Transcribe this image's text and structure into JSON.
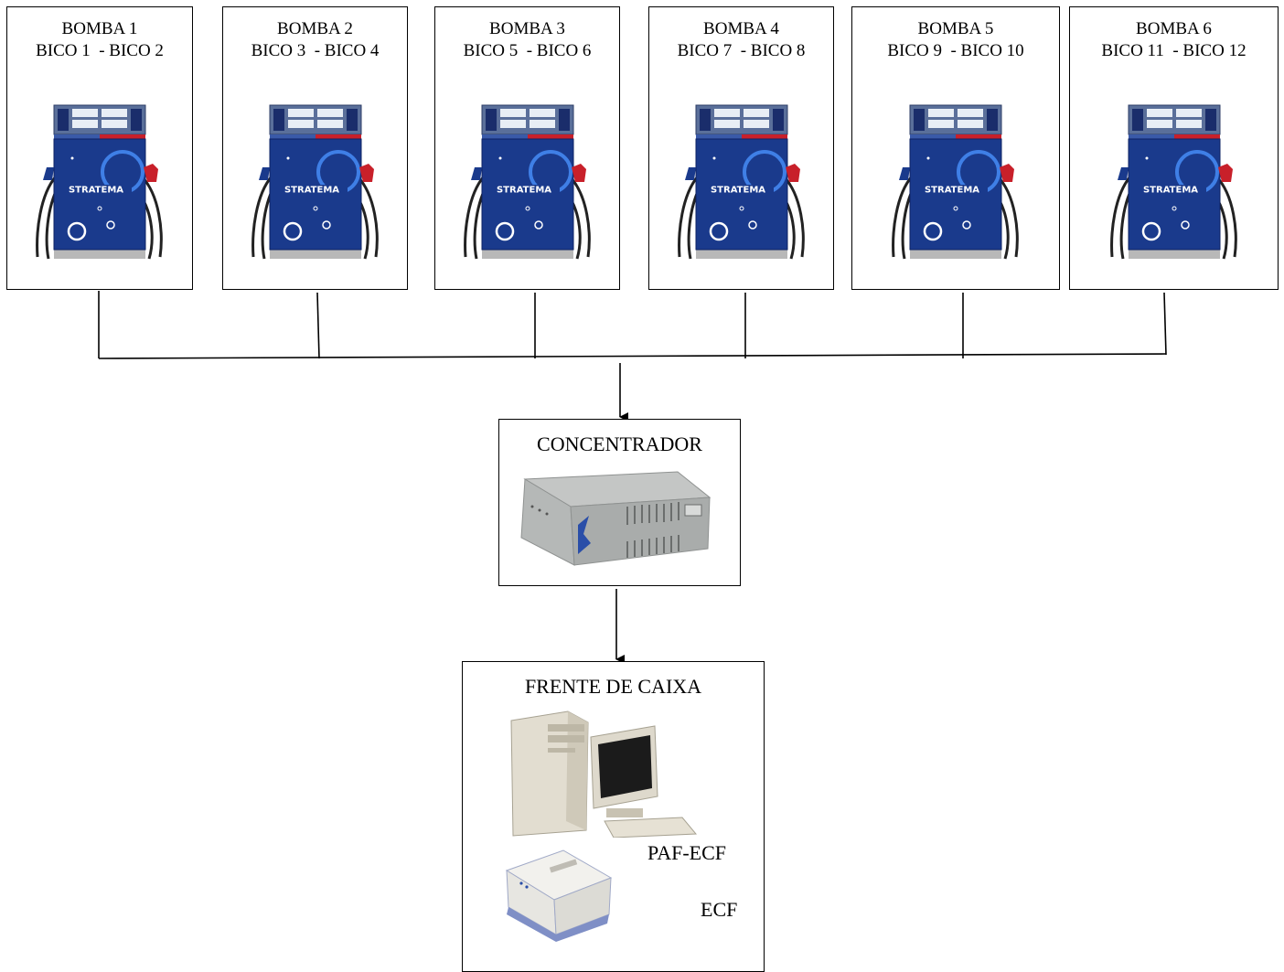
{
  "pumps": [
    {
      "name": "BOMBA 1",
      "nozzles": "BICO 1  - BICO 2"
    },
    {
      "name": "BOMBA 2",
      "nozzles": "BICO 3  - BICO 4"
    },
    {
      "name": "BOMBA 3",
      "nozzles": "BICO 5  - BICO 6"
    },
    {
      "name": "BOMBA 4",
      "nozzles": "BICO 7  - BICO 8"
    },
    {
      "name": "BOMBA 5",
      "nozzles": "BICO 9  - BICO 10"
    },
    {
      "name": "BOMBA 6",
      "nozzles": "BICO 11  - BICO 12"
    }
  ],
  "pump_brand": "STRATEMA",
  "concentrator": {
    "title": "CONCENTRADOR"
  },
  "checkout": {
    "title": "FRENTE DE CAIXA",
    "paf_label": "PAF-ECF",
    "ecf_label": "ECF"
  },
  "colors": {
    "pump_blue": "#1a3a8c",
    "pump_red": "#c8202a",
    "device_gray": "#a9acab"
  }
}
